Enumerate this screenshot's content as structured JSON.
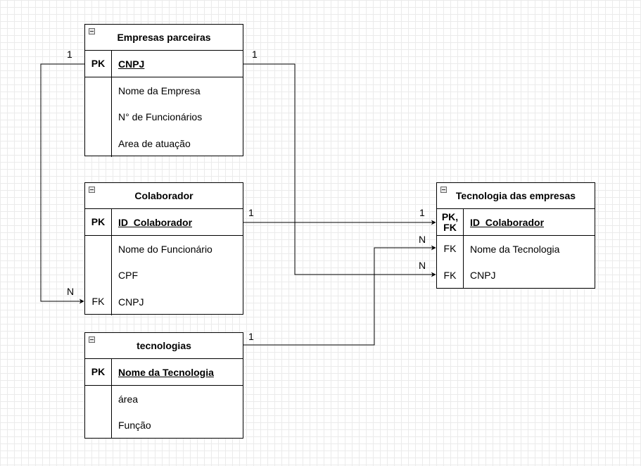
{
  "entities": {
    "empresas": {
      "title": "Empresas parceiras",
      "pk": {
        "key": "PK",
        "field": "CNPJ"
      },
      "fields": [
        "Nome da Empresa",
        "N° de Funcionários",
        "Area de atuação"
      ]
    },
    "colaborador": {
      "title": "Colaborador",
      "pk": {
        "key": "PK",
        "field": "ID_Colaborador"
      },
      "fields": [
        "Nome do Funcionário",
        "CPF"
      ],
      "fk": {
        "key": "FK",
        "field": "CNPJ"
      }
    },
    "tecnologias": {
      "title": "tecnologias",
      "pk": {
        "key": "PK",
        "field": "Nome da Tecnologia"
      },
      "fields": [
        "área",
        "Função"
      ]
    },
    "tecnologia_empresas": {
      "title": "Tecnologia das empresas",
      "pk": {
        "key": "PK,\nFK",
        "field": "ID_Colaborador"
      },
      "fk_rows": [
        {
          "key": "FK",
          "field": "Nome da Tecnologia"
        },
        {
          "key": "FK",
          "field": "CNPJ"
        }
      ]
    }
  },
  "cardinalities": {
    "empresas_left_one": "1",
    "colaborador_fk_many": "N",
    "empresas_right_one": "1",
    "colaborador_one": "1",
    "tecemp_pk_one": "1",
    "tecemp_nome_many": "N",
    "tecemp_cnpj_many": "N",
    "tecnologias_one": "1"
  },
  "colors": {
    "line": "#000000",
    "grid": "#ebebeb"
  }
}
